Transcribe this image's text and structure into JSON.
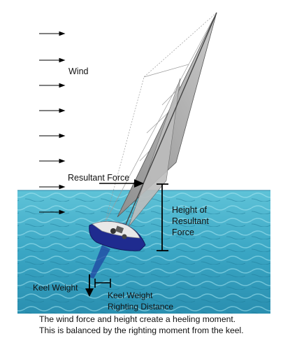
{
  "labels": {
    "wind": "Wind",
    "resultant_force": "Resultant Force",
    "height_line1": "Height of",
    "height_line2": "Resultant",
    "height_line3": "Force",
    "keel_weight": "Keel Weight",
    "righting_line1": "Keel Weight",
    "righting_line2": "Righting Distance"
  },
  "caption": {
    "line1": "The wind force and height create a heeling moment.",
    "line2": "This is balanced by the righting moment from the keel."
  },
  "colors": {
    "sea": "#3aa6c4",
    "sea_deep": "#1f7f9e",
    "sky": "#ffffff",
    "hull": "#1f2b8f",
    "sail": "#a9a9a9",
    "arrow": "#000000"
  }
}
